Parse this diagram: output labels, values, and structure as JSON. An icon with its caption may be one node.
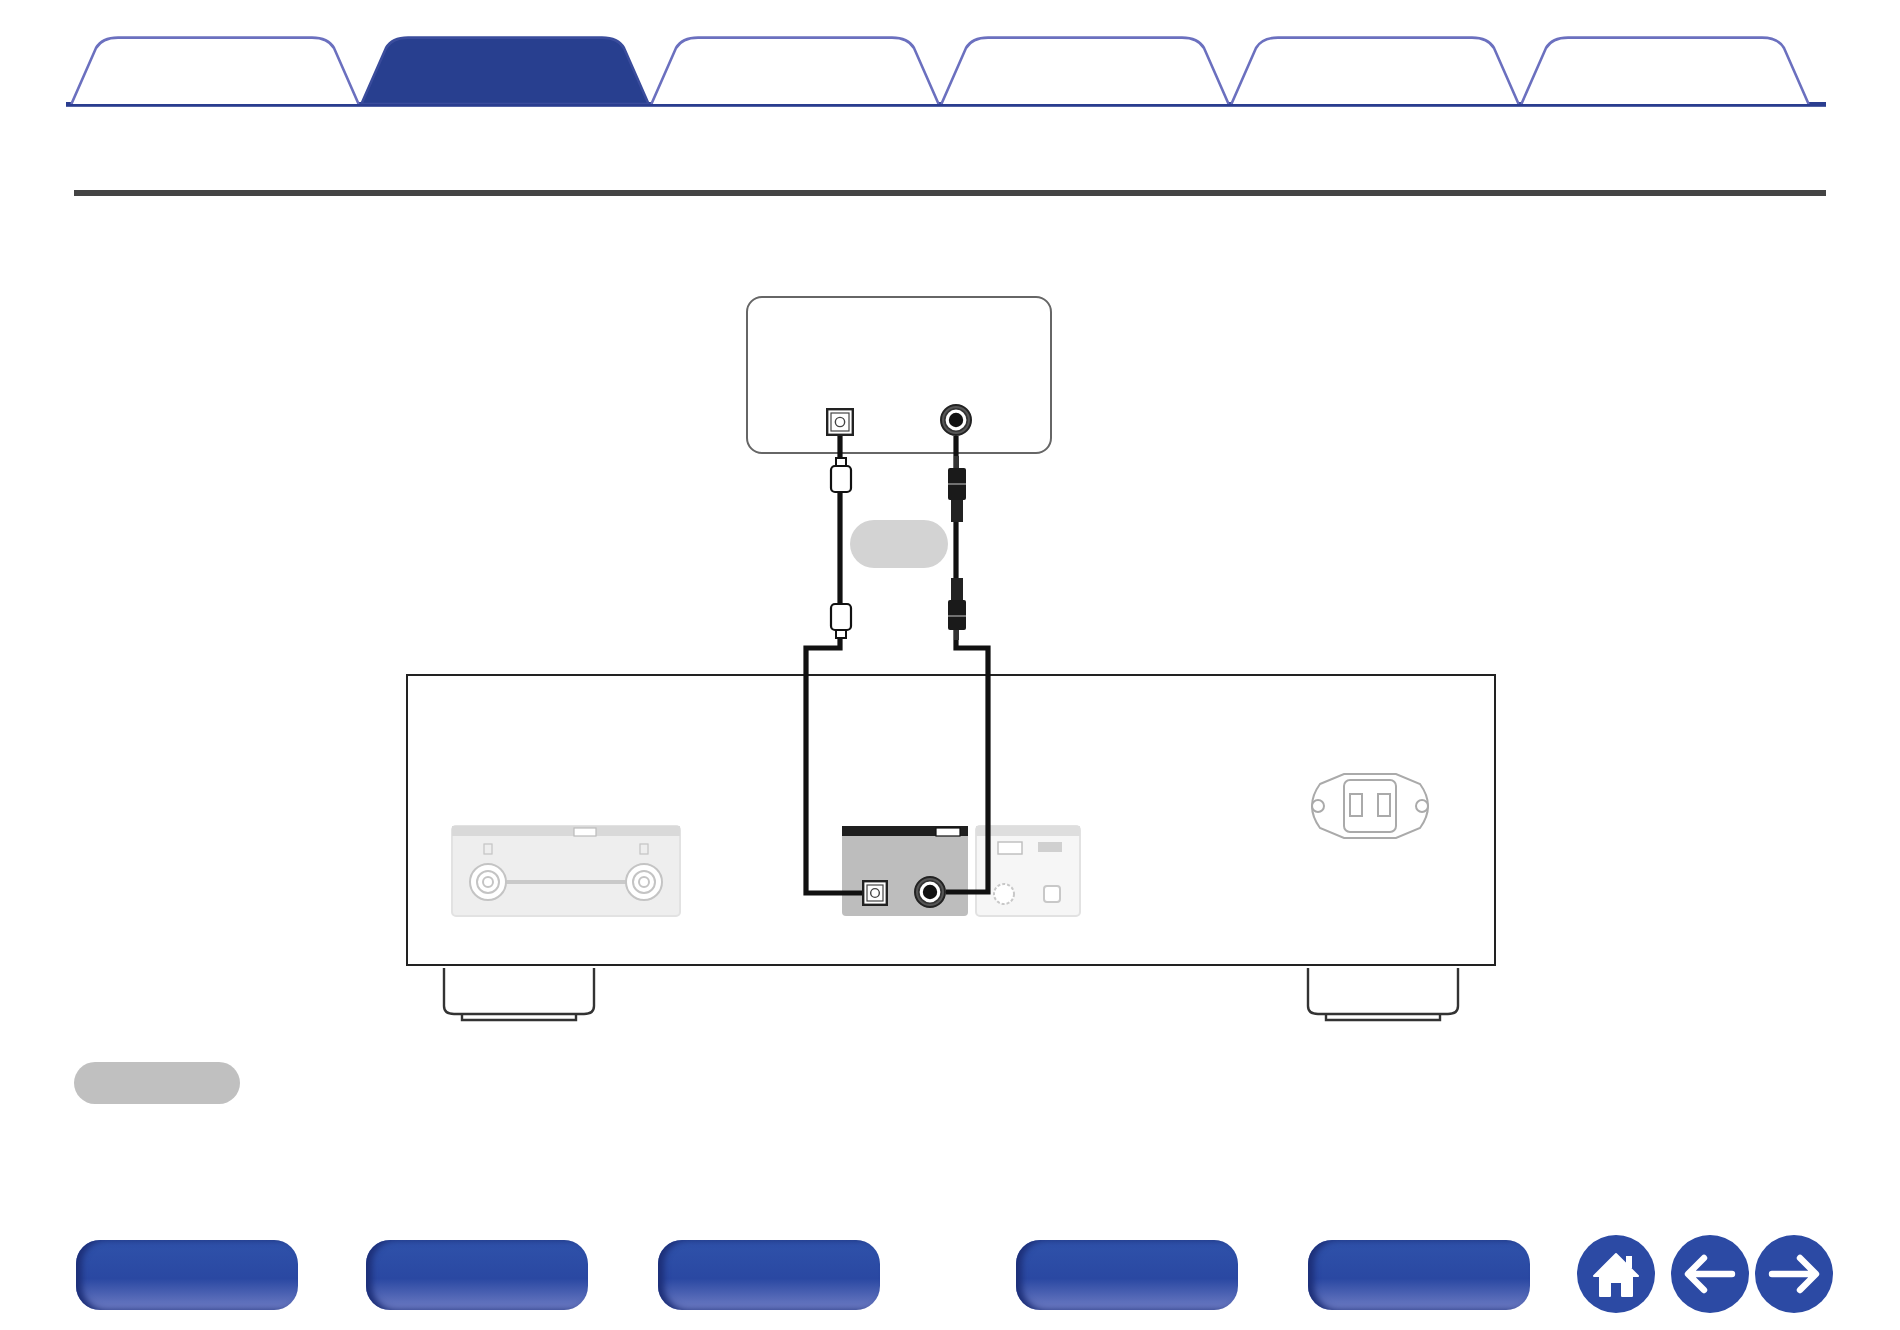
{
  "diagram": {
    "nodes": [
      {
        "text": [],
        "shape": "tab"
      },
      {
        "text": [],
        "shape": "tab"
      },
      {
        "text": [],
        "shape": "tab"
      },
      {
        "text": [],
        "shape": "tab"
      },
      {
        "text": [],
        "shape": "tab"
      },
      {
        "text": [],
        "shape": "tab"
      },
      {
        "text": [],
        "shape": "box"
      },
      {
        "text": [],
        "shape": "box",
        "in": 6
      },
      {
        "text": [],
        "shape": "circle",
        "in": 6
      },
      {
        "text": [],
        "shape": "pill"
      },
      {
        "text": [],
        "shape": "box"
      },
      {
        "text": [],
        "shape": "box",
        "in": 10
      },
      {
        "text": [],
        "shape": "circle",
        "in": 10
      },
      {
        "text": [],
        "shape": "pill"
      }
    ],
    "edges": [
      {
        "from": 7,
        "to": 11,
        "arrow": "none"
      },
      {
        "from": 8,
        "to": 12,
        "arrow": "none"
      }
    ]
  }
}
